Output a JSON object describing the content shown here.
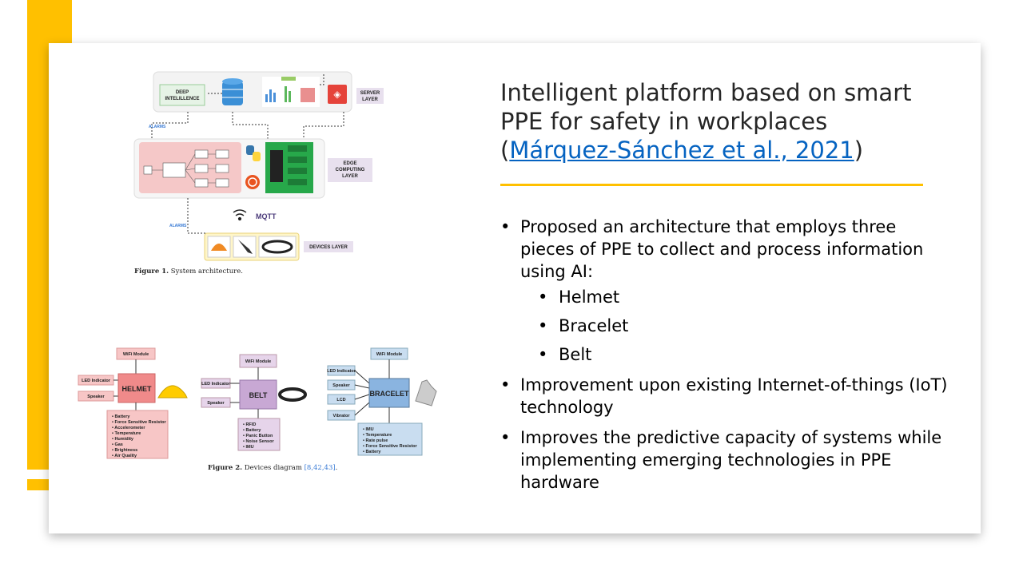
{
  "title": {
    "text": "Intelligent platform based on smart PPE for safety in workplaces (",
    "link": "Márquez-Sánchez et al., 2021",
    "close": ")"
  },
  "bullets": [
    "Proposed an architecture that employs three pieces of PPE to collect and process information using AI:",
    "Improvement upon existing Internet-of-things (IoT) technology",
    "Improves the predictive capacity of systems while implementing emerging technologies in PPE hardware"
  ],
  "sub_bullets": [
    "Helmet",
    "Bracelet",
    "Belt"
  ],
  "figure1": {
    "caption_bold": "Figure 1.",
    "caption": " System architecture.",
    "deep": [
      "DEEP",
      "INTELILLENCE"
    ],
    "server": [
      "SERVER",
      "LAYER"
    ],
    "edge": [
      "EDGE",
      "COMPUTING",
      "LAYER"
    ],
    "devices": "DEVICES LAYER",
    "alarms": "ALARMS",
    "mqtt": "MQTT"
  },
  "figure2": {
    "caption_bold": "Figure 2.",
    "caption": " Devices diagram ",
    "refs": "[8,42,43]",
    "caption_end": ".",
    "wifi": "WiFi Module",
    "led": "LED Indicator",
    "speaker": "Speaker",
    "lcd": "LCD",
    "vibrator": "Vibrator",
    "helmet": "HELMET",
    "belt": "BELT",
    "bracelet": "BRACELET",
    "helmet_list": [
      "• Battery",
      "• Force Sensitive Resistor",
      "• Accelerometer",
      "• Temperature",
      "• Humidity",
      "• Gas",
      "• Brightness",
      "• Air Quality"
    ],
    "belt_list": [
      "• RFID",
      "• Battery",
      "• Panic Button",
      "• Noise Sensor",
      "• IMU"
    ],
    "bracelet_list": [
      "• IMU",
      "• Temperature",
      "• Rate pulse",
      "• Force Sensitive Resistor",
      "• Battery"
    ]
  },
  "colors": {
    "accent": "#FFC000",
    "link": "#0563C1"
  }
}
